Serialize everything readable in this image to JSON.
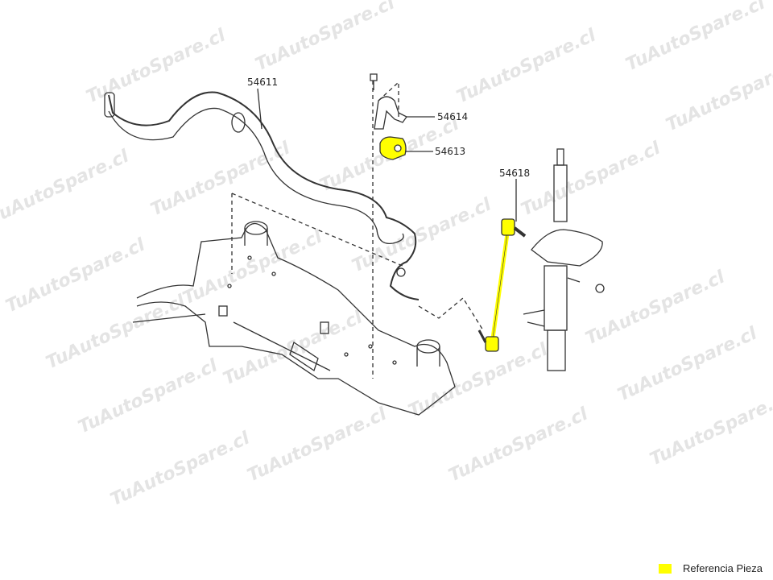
{
  "watermark": "TuAutoSpare.cl",
  "parts": {
    "stabilizer_bar": "54611",
    "bracket": "54614",
    "bushing": "54613",
    "link": "54618"
  },
  "legend": {
    "label": "Referencia Pieza",
    "color": "#ffff00"
  },
  "highlight_color": "#ffff00"
}
